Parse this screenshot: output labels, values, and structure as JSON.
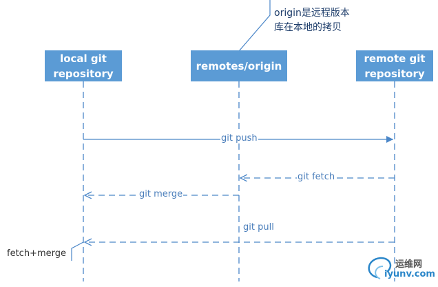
{
  "nodes": {
    "local": "local git\nrepository",
    "remotes": "remotes/origin",
    "remote": "remote git\nrepository"
  },
  "note": "origin是远程版本\n库在本地的拷贝",
  "messages": {
    "push": "git push",
    "fetch": "git fetch",
    "merge": "git merge",
    "pull": "git pull"
  },
  "side_note": "fetch+merge",
  "watermark": {
    "cn": "运维网",
    "en": "iyunv.com"
  },
  "colors": {
    "node_fill": "#5b9bd5",
    "line": "#4a86c8",
    "text": "#4a7ebb"
  }
}
